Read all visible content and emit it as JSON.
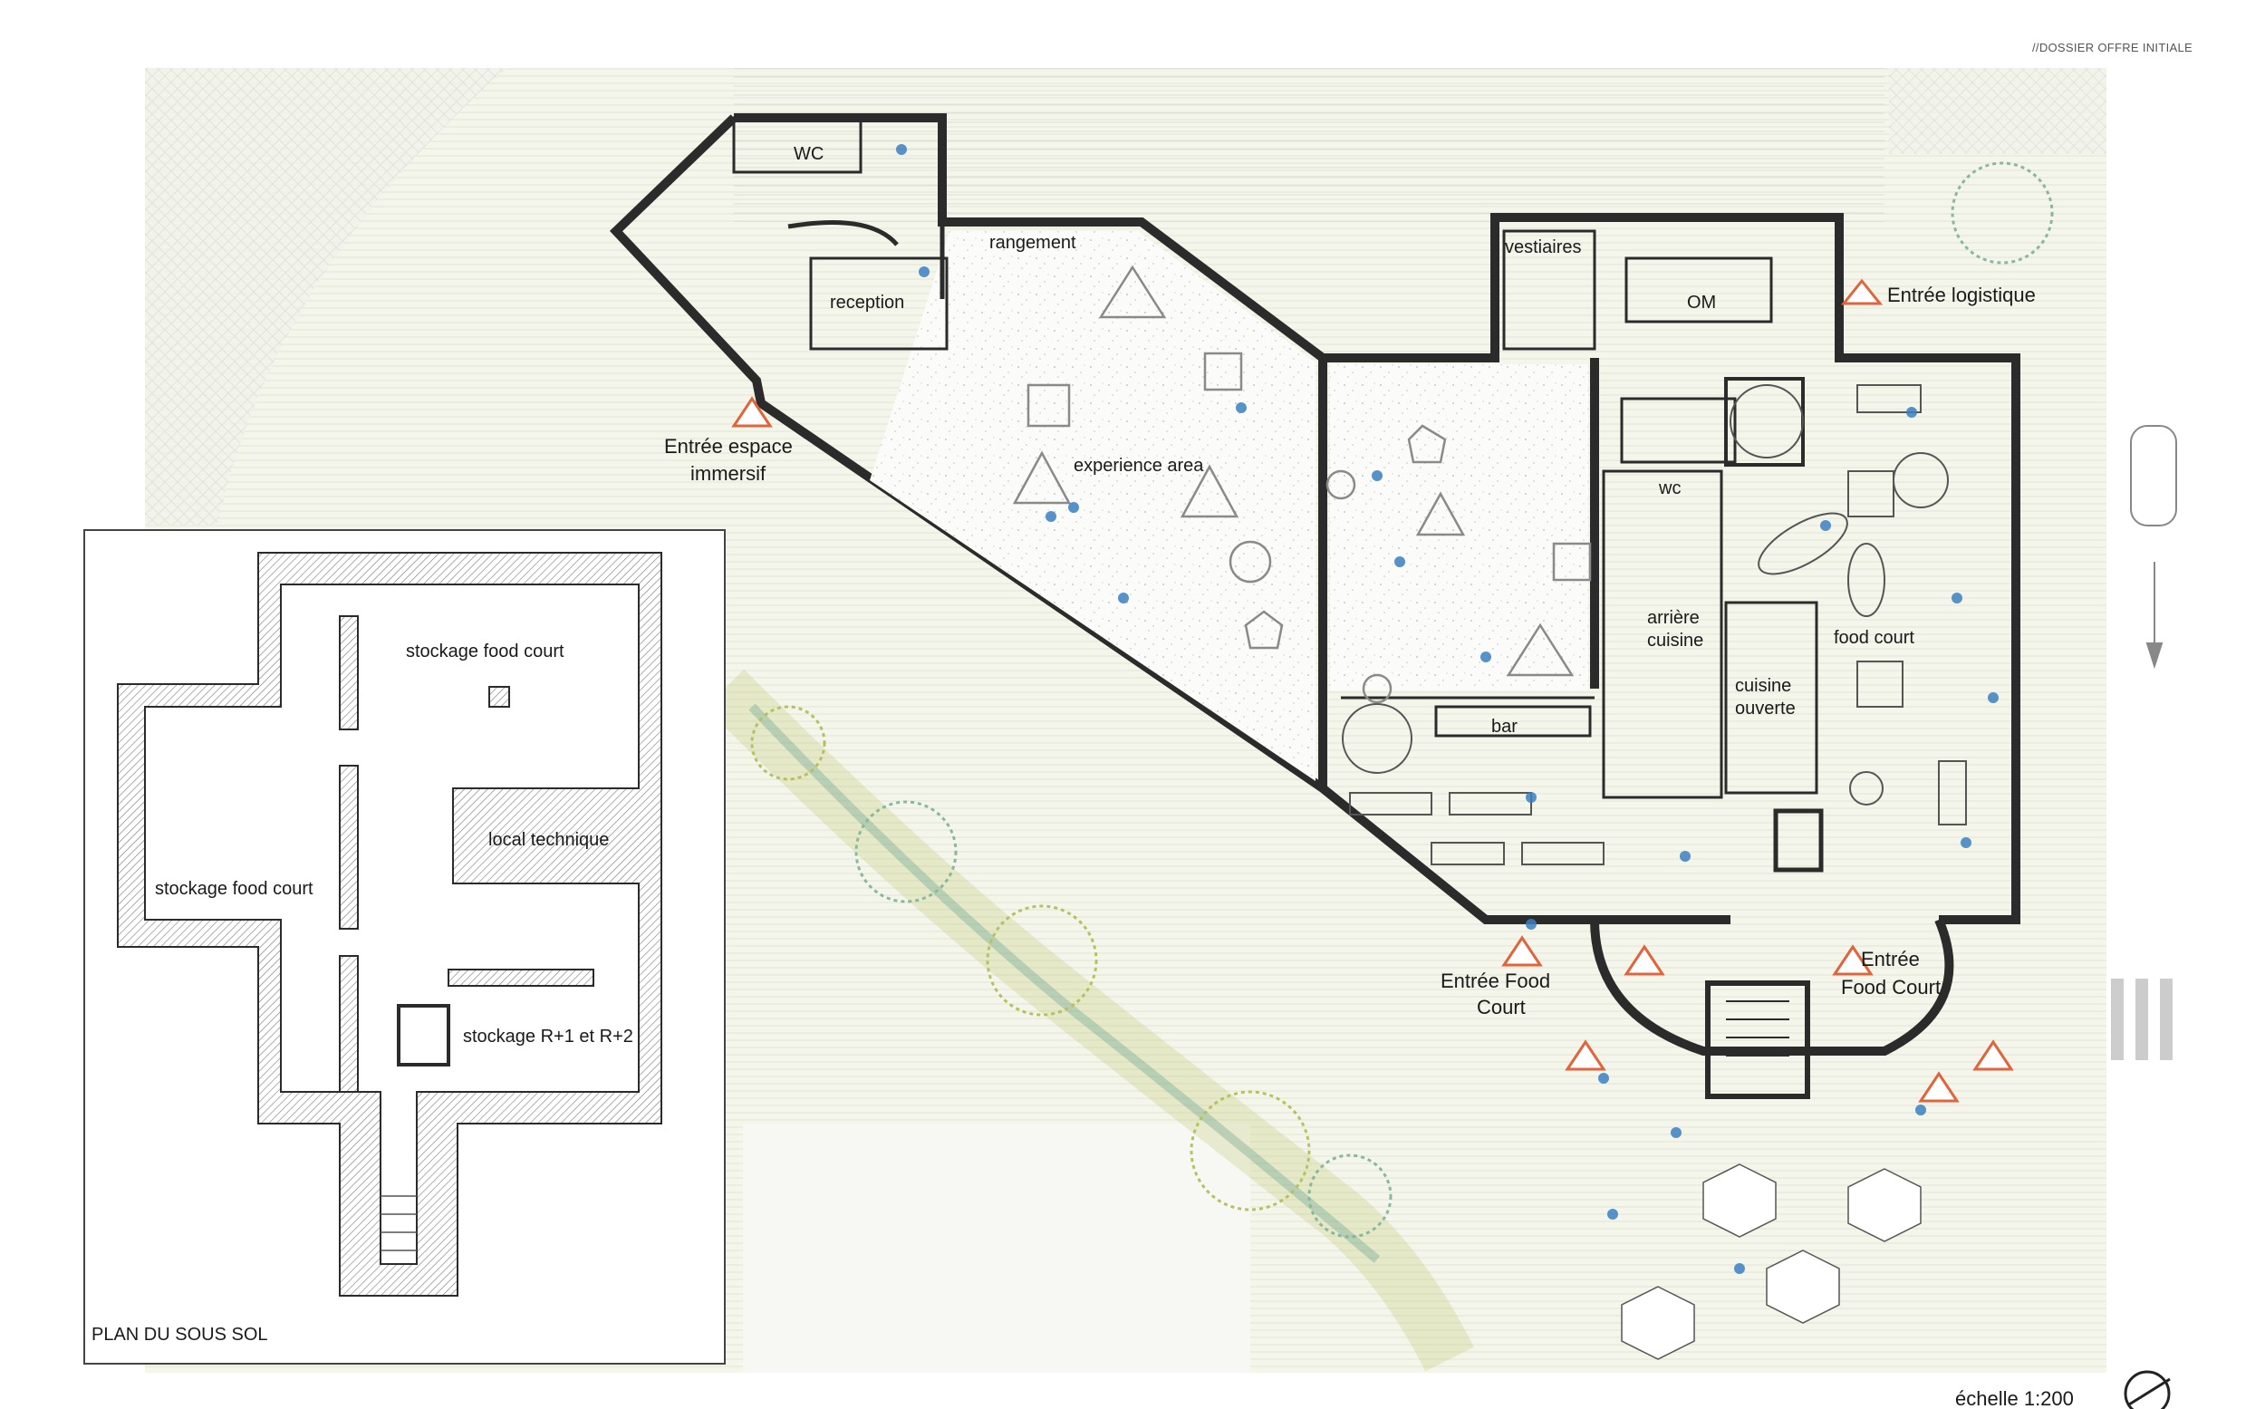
{
  "header": {
    "dossier": "//DOSSIER  OFFRE INITIALE"
  },
  "rooms": {
    "wc_top": "WC",
    "reception": "reception",
    "rangement": "rangement",
    "experience_area": "experience area",
    "vestiaires": "vestiaires",
    "om": "OM",
    "wc_mid": "wc",
    "arriere_cuisine_1": "arrière",
    "arriere_cuisine_2": "cuisine",
    "food_court": "food court",
    "cuisine_ouverte_1": "cuisine",
    "cuisine_ouverte_2": "ouverte",
    "bar": "bar"
  },
  "entrances": {
    "espace_immersif_1": "Entrée espace",
    "espace_immersif_2": "immersif",
    "logistique": "Entrée logistique",
    "food_court_west_1": "Entrée Food",
    "food_court_west_2": "Court",
    "food_court_east_1": "Entrée",
    "food_court_east_2": "Food Court"
  },
  "basement": {
    "title": "PLAN DU SOUS SOL",
    "stockage_top": "stockage food court",
    "local_technique": "local technique",
    "stockage_left": "stockage food court",
    "stockage_r1_r2": "stockage R+1 et R+2"
  },
  "scale": {
    "label": "échelle 1:200"
  },
  "colors": {
    "wall": "#2b2b2b",
    "entrance_marker": "#e0643c",
    "people": "#3a7fc1",
    "vegetation": "#a9b43c",
    "vegetation_alt": "#6fa88e",
    "ground": "#f3f5ea"
  }
}
